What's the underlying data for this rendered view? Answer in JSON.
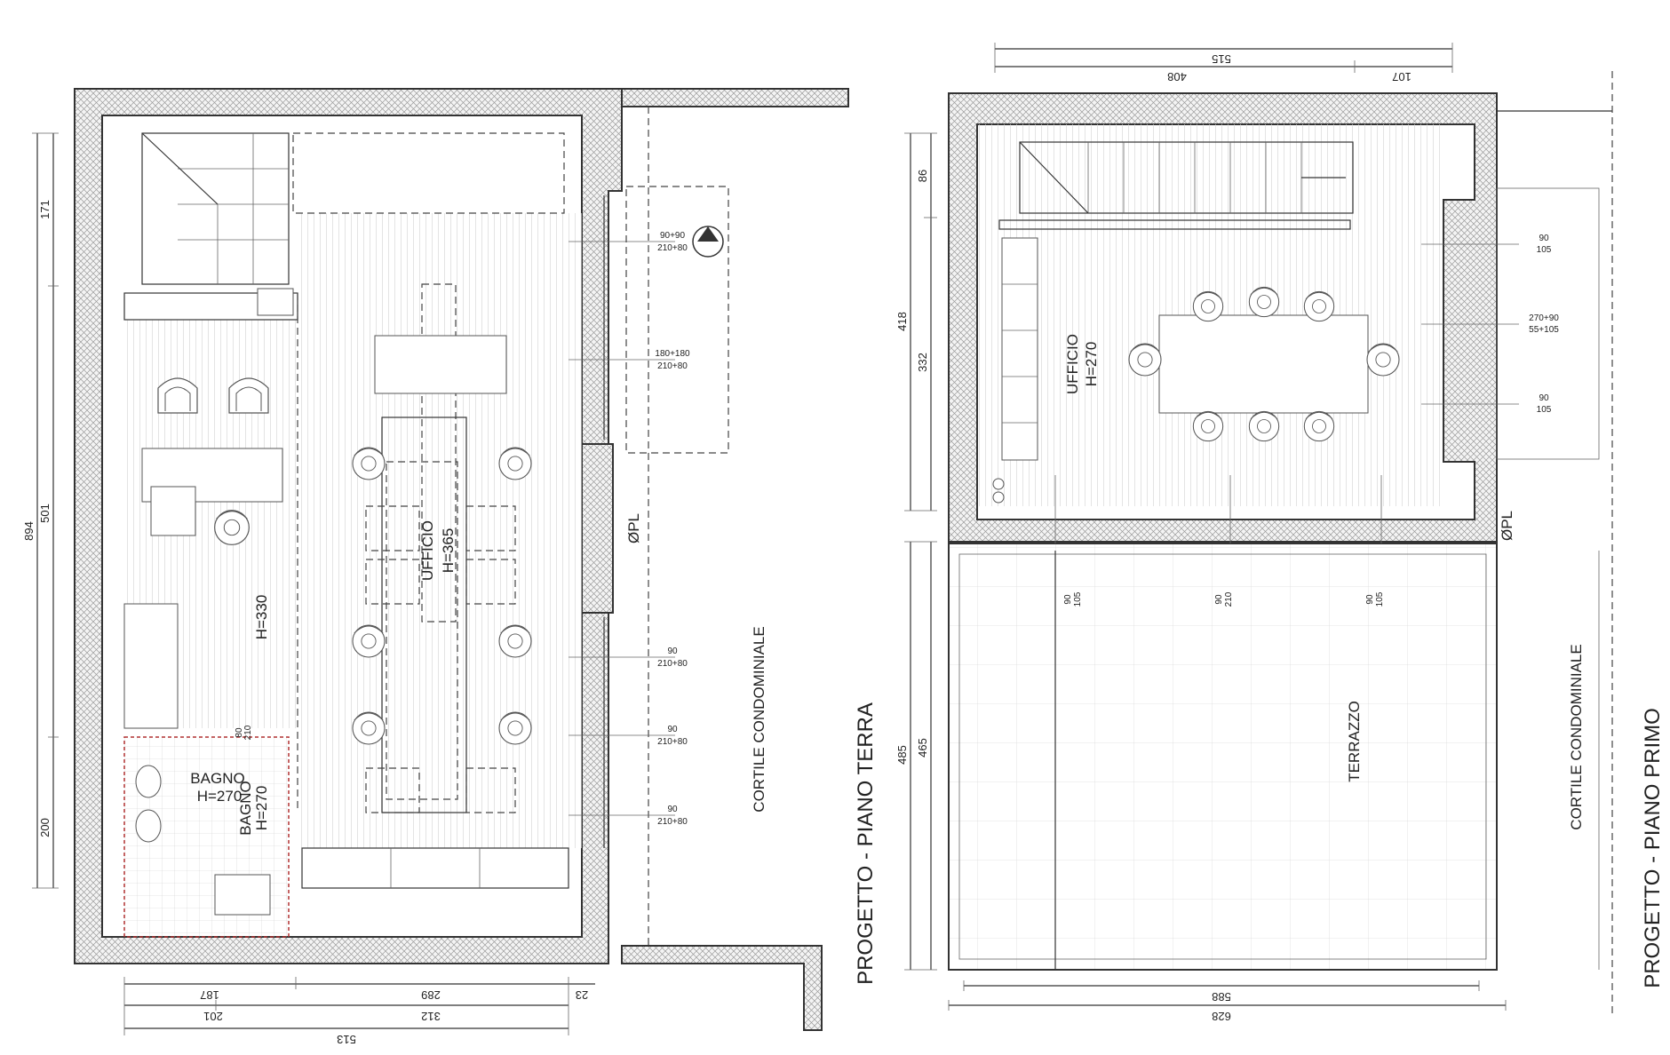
{
  "ground_floor": {
    "title": "PROGETTO - PIANO TERRA",
    "office_name": "UFFICIO",
    "office_height": "H=365",
    "secondary_height": "H=330",
    "bath_name": "BAGNO",
    "bath_height": "H=270",
    "bath_name_vertical": "BAGNO",
    "bath_height_vertical": "H=270",
    "bath_door_top": "80",
    "bath_door_bottom": "210",
    "courtyard": "CORTILE CONDOMINIALE",
    "pl_label": "ØPL",
    "dims_left": {
      "total": "894",
      "top": "171",
      "mid": "501",
      "bottom": "200"
    },
    "dims_bottom": {
      "d187": "187",
      "d289": "289",
      "d23": "23",
      "d201": "201",
      "d312": "312",
      "d513": "513"
    },
    "windows": [
      {
        "top": "90+90",
        "bottom": "210+80"
      },
      {
        "top": "180+180",
        "bottom": "210+80"
      },
      {
        "top": "90",
        "bottom": "210+80"
      },
      {
        "top": "90",
        "bottom": "210+80"
      },
      {
        "top": "90",
        "bottom": "210+80"
      }
    ]
  },
  "first_floor": {
    "title": "PROGETTO - PIANO PRIMO",
    "office_name": "UFFICIO",
    "office_height": "H=270",
    "terrace": "TERRAZZO",
    "courtyard": "CORTILE CONDOMINIALE",
    "pl_label": "ØPL",
    "dims_top": {
      "d515": "515",
      "d408": "408",
      "d107": "107"
    },
    "dims_left": {
      "d86": "86",
      "d418": "418",
      "d332": "332",
      "d485": "485",
      "d465": "465"
    },
    "dims_bottom": {
      "d588": "588",
      "d628": "628"
    },
    "windows_right": [
      {
        "top": "90",
        "bottom": "105"
      },
      {
        "top": "270+90",
        "bottom": "55+105"
      },
      {
        "top": "90",
        "bottom": "105"
      }
    ],
    "doors_bottom": [
      {
        "top": "90",
        "bottom": "105"
      },
      {
        "top": "90",
        "bottom": "210"
      },
      {
        "top": "90",
        "bottom": "105"
      }
    ]
  }
}
